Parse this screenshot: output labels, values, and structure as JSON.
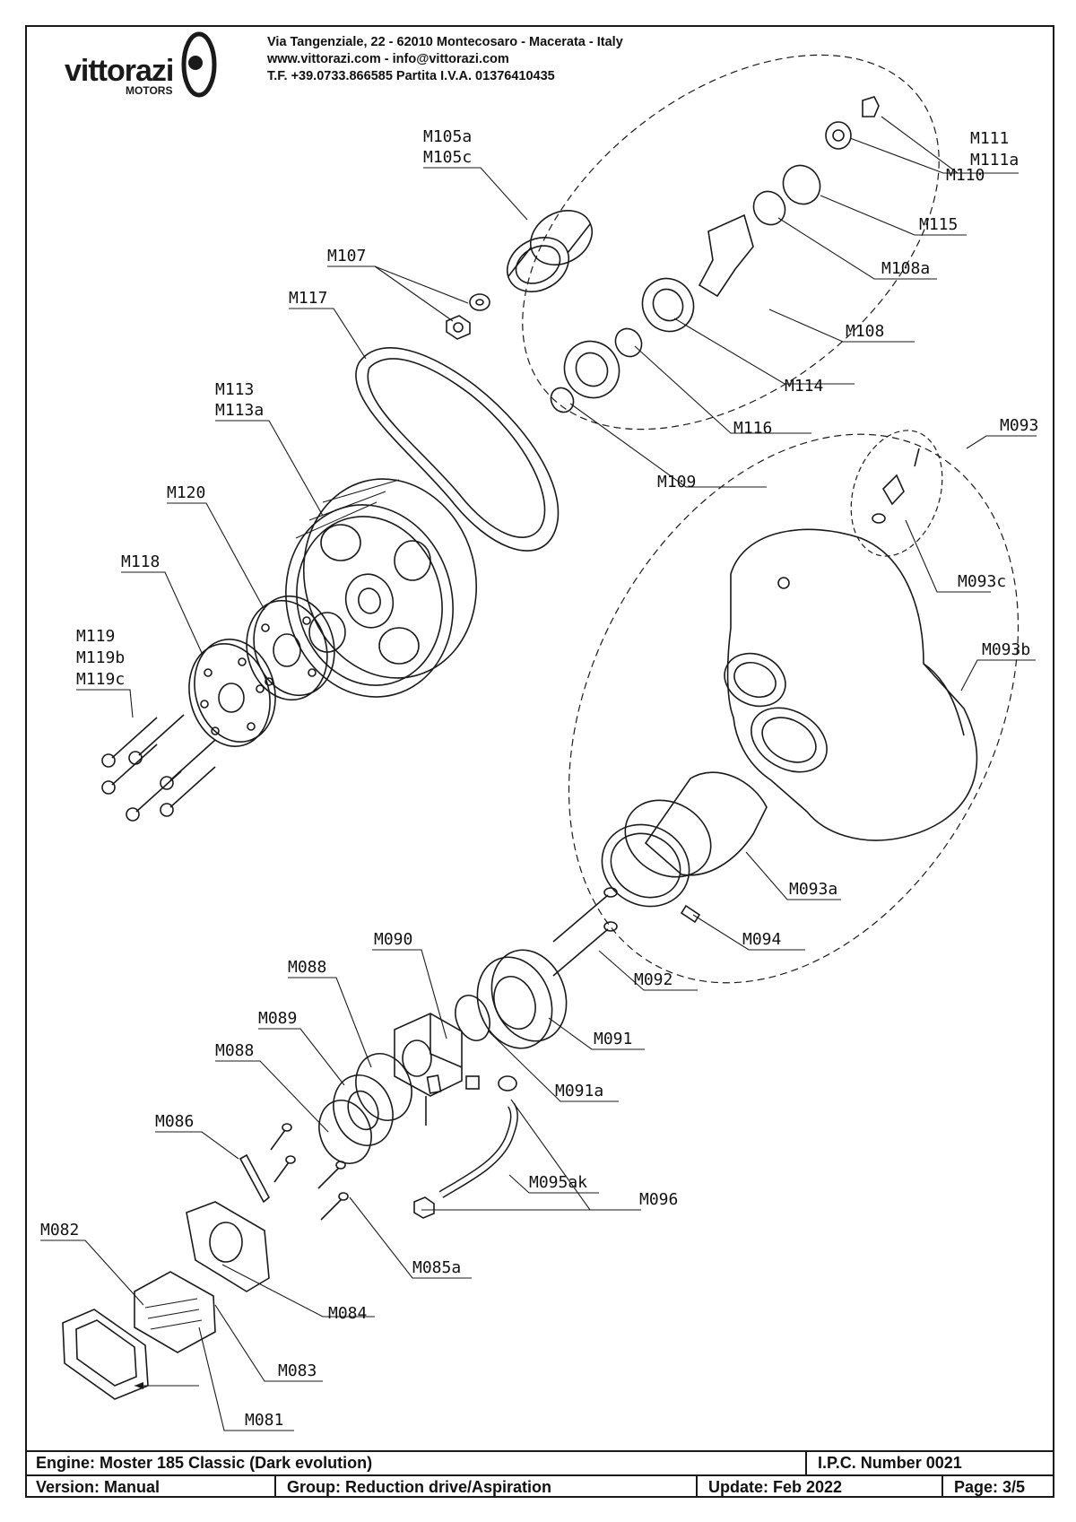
{
  "header": {
    "logo_text": "vittorazi",
    "logo_sub": "MOTORS",
    "address_lines": [
      "Via Tangenziale, 22 - 62010 Montecosaro - Macerata - Italy",
      "www.vittorazi.com - info@vittorazi.com",
      "T.F. +39.0733.866585 Partita I.V.A. 01376410435"
    ]
  },
  "part_labels": {
    "M105a": "M105a",
    "M105c": "M105c",
    "M107": "M107",
    "M117": "M117",
    "M113": "M113",
    "M113a": "M113a",
    "M120": "M120",
    "M118": "M118",
    "M119": "M119",
    "M119b": "M119b",
    "M119c": "M119c",
    "M111": "M111",
    "M111a": "M111a",
    "M110": "M110",
    "M115": "M115",
    "M108a": "M108a",
    "M108": "M108",
    "M114": "M114",
    "M116": "M116",
    "M109": "M109",
    "M093": "M093",
    "M093c": "M093c",
    "M093b": "M093b",
    "M093a": "M093a",
    "M094": "M094",
    "M092": "M092",
    "M091": "M091",
    "M091a": "M091a",
    "M090": "M090",
    "M088": "M088",
    "M089": "M089",
    "M088b": "M088",
    "M086": "M086",
    "M096": "M096",
    "M095ak": "M095ak",
    "M085a": "M085a",
    "M082": "M082",
    "M084": "M084",
    "M083": "M083",
    "M081": "M081"
  },
  "footer": {
    "engine": "Engine: Moster 185 Classic (Dark evolution)",
    "ipc": "I.P.C. Number 0021",
    "version": "Version: Manual",
    "group": "Group: Reduction drive/Aspiration",
    "update": "Update: Feb 2022",
    "page": "Page: 3/5"
  }
}
